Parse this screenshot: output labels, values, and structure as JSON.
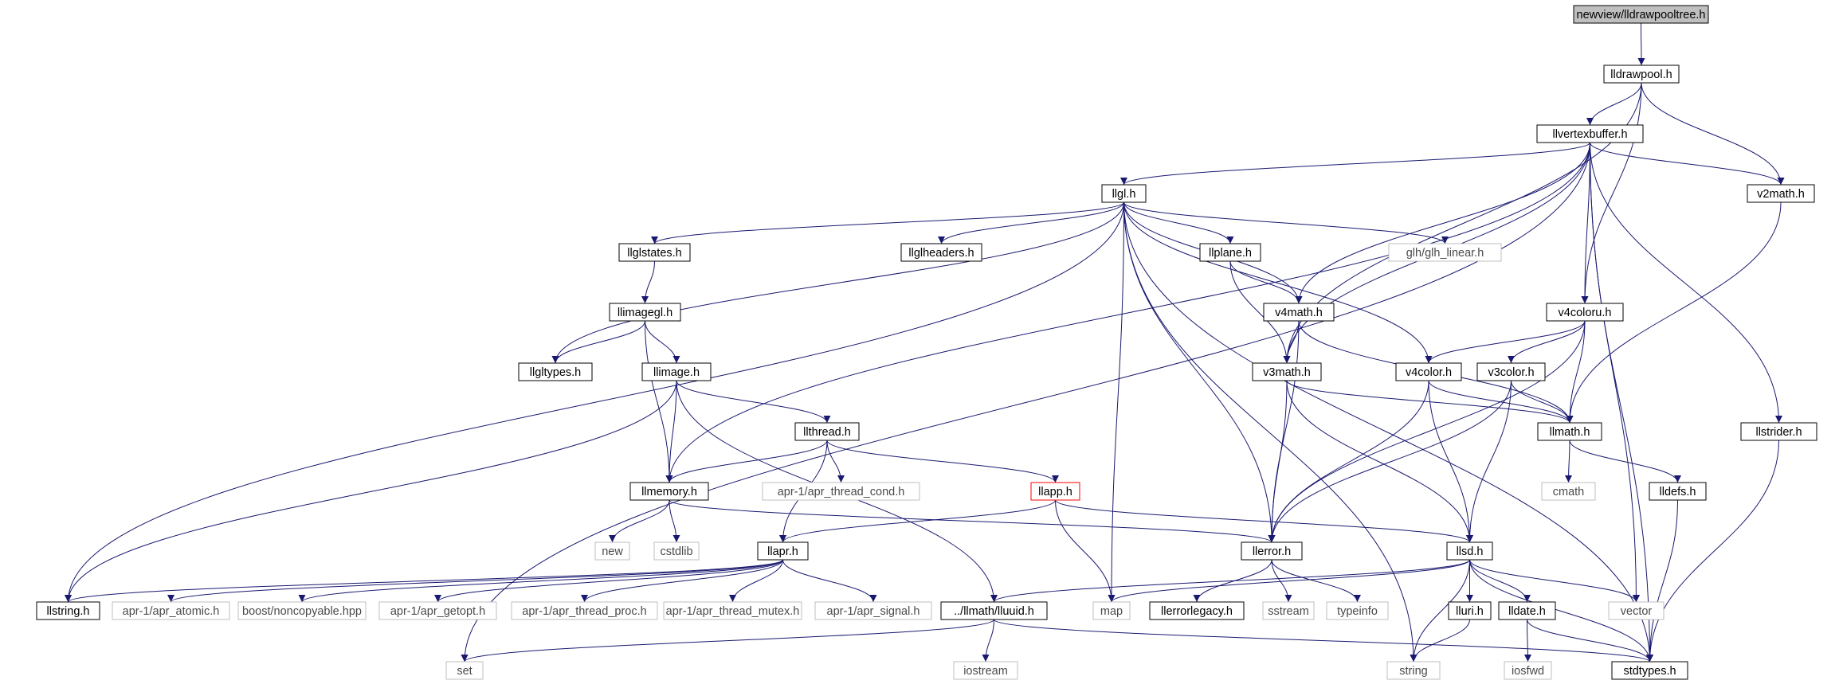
{
  "nodes": [
    {
      "id": "root",
      "label": "newview/lldrawpooltree.h",
      "style": "root"
    },
    {
      "id": "lldrawpool",
      "label": "lldrawpool.h",
      "style": "normal"
    },
    {
      "id": "llvertexbuffer",
      "label": "llvertexbuffer.h",
      "style": "normal"
    },
    {
      "id": "v2math",
      "label": "v2math.h",
      "style": "normal"
    },
    {
      "id": "llgl",
      "label": "llgl.h",
      "style": "normal"
    },
    {
      "id": "llglstates",
      "label": "llglstates.h",
      "style": "normal"
    },
    {
      "id": "llglheaders",
      "label": "llglheaders.h",
      "style": "normal"
    },
    {
      "id": "llplane",
      "label": "llplane.h",
      "style": "normal"
    },
    {
      "id": "glh_linear",
      "label": "glh/glh_linear.h",
      "style": "external"
    },
    {
      "id": "llimagegl",
      "label": "llimagegl.h",
      "style": "normal"
    },
    {
      "id": "v4math",
      "label": "v4math.h",
      "style": "normal"
    },
    {
      "id": "v4coloru",
      "label": "v4coloru.h",
      "style": "normal"
    },
    {
      "id": "llgltypes",
      "label": "llgltypes.h",
      "style": "normal"
    },
    {
      "id": "llimage",
      "label": "llimage.h",
      "style": "normal"
    },
    {
      "id": "v3math",
      "label": "v3math.h",
      "style": "normal"
    },
    {
      "id": "v4color",
      "label": "v4color.h",
      "style": "normal"
    },
    {
      "id": "v3color",
      "label": "v3color.h",
      "style": "normal"
    },
    {
      "id": "llthread",
      "label": "llthread.h",
      "style": "normal"
    },
    {
      "id": "llmath",
      "label": "llmath.h",
      "style": "normal"
    },
    {
      "id": "llstrider",
      "label": "llstrider.h",
      "style": "normal"
    },
    {
      "id": "llmemory",
      "label": "llmemory.h",
      "style": "normal"
    },
    {
      "id": "apr_thread_cond",
      "label": "apr-1/apr_thread_cond.h",
      "style": "external"
    },
    {
      "id": "llapp",
      "label": "llapp.h",
      "style": "highlight"
    },
    {
      "id": "cmath",
      "label": "cmath",
      "style": "external"
    },
    {
      "id": "lldefs",
      "label": "lldefs.h",
      "style": "normal"
    },
    {
      "id": "new",
      "label": "new",
      "style": "external"
    },
    {
      "id": "cstdlib",
      "label": "cstdlib",
      "style": "external"
    },
    {
      "id": "llapr",
      "label": "llapr.h",
      "style": "normal"
    },
    {
      "id": "llerror",
      "label": "llerror.h",
      "style": "normal"
    },
    {
      "id": "llsd",
      "label": "llsd.h",
      "style": "normal"
    },
    {
      "id": "llstring",
      "label": "llstring.h",
      "style": "normal"
    },
    {
      "id": "apr_atomic",
      "label": "apr-1/apr_atomic.h",
      "style": "external"
    },
    {
      "id": "noncopyable",
      "label": "boost/noncopyable.hpp",
      "style": "external"
    },
    {
      "id": "apr_getopt",
      "label": "apr-1/apr_getopt.h",
      "style": "external"
    },
    {
      "id": "apr_thread_proc",
      "label": "apr-1/apr_thread_proc.h",
      "style": "external"
    },
    {
      "id": "apr_thread_mutex",
      "label": "apr-1/apr_thread_mutex.h",
      "style": "external"
    },
    {
      "id": "apr_signal",
      "label": "apr-1/apr_signal.h",
      "style": "external"
    },
    {
      "id": "lluuid",
      "label": "../llmath/lluuid.h",
      "style": "normal"
    },
    {
      "id": "map",
      "label": "map",
      "style": "external"
    },
    {
      "id": "llerrorlegacy",
      "label": "llerrorlegacy.h",
      "style": "normal"
    },
    {
      "id": "sstream",
      "label": "sstream",
      "style": "external"
    },
    {
      "id": "typeinfo",
      "label": "typeinfo",
      "style": "external"
    },
    {
      "id": "lluri",
      "label": "lluri.h",
      "style": "normal"
    },
    {
      "id": "lldate",
      "label": "lldate.h",
      "style": "normal"
    },
    {
      "id": "vector",
      "label": "vector",
      "style": "external"
    },
    {
      "id": "set",
      "label": "set",
      "style": "external"
    },
    {
      "id": "iostream",
      "label": "iostream",
      "style": "external"
    },
    {
      "id": "string",
      "label": "string",
      "style": "external"
    },
    {
      "id": "iosfwd",
      "label": "iosfwd",
      "style": "external"
    },
    {
      "id": "stdtypes",
      "label": "stdtypes.h",
      "style": "normal"
    }
  ],
  "edges": [
    [
      "root",
      "lldrawpool"
    ],
    [
      "lldrawpool",
      "llvertexbuffer"
    ],
    [
      "lldrawpool",
      "v2math"
    ],
    [
      "lldrawpool",
      "v4coloru"
    ],
    [
      "lldrawpool",
      "v3math"
    ],
    [
      "llvertexbuffer",
      "llgl"
    ],
    [
      "llvertexbuffer",
      "v2math"
    ],
    [
      "llvertexbuffer",
      "v4coloru"
    ],
    [
      "llvertexbuffer",
      "v4math"
    ],
    [
      "llvertexbuffer",
      "v3math"
    ],
    [
      "llvertexbuffer",
      "llstrider"
    ],
    [
      "llvertexbuffer",
      "llmemory"
    ],
    [
      "llvertexbuffer",
      "vector"
    ],
    [
      "llvertexbuffer",
      "set"
    ],
    [
      "llvertexbuffer",
      "stdtypes"
    ],
    [
      "v2math",
      "llmath"
    ],
    [
      "llgl",
      "llglstates"
    ],
    [
      "llgl",
      "llglheaders"
    ],
    [
      "llgl",
      "llplane"
    ],
    [
      "llgl",
      "glh_linear"
    ],
    [
      "llgl",
      "v4math"
    ],
    [
      "llgl",
      "v4color"
    ],
    [
      "llgl",
      "llgltypes"
    ],
    [
      "llgl",
      "llstring"
    ],
    [
      "llgl",
      "map"
    ],
    [
      "llgl",
      "llerror"
    ],
    [
      "llgl",
      "string"
    ],
    [
      "llgl",
      "stdtypes"
    ],
    [
      "llglstates",
      "llimagegl"
    ],
    [
      "llimagegl",
      "llgltypes"
    ],
    [
      "llimagegl",
      "llimage"
    ],
    [
      "llimagegl",
      "llmemory"
    ],
    [
      "llplane",
      "v4math"
    ],
    [
      "llplane",
      "v3math"
    ],
    [
      "v4math",
      "v3math"
    ],
    [
      "v4math",
      "llmath"
    ],
    [
      "v4math",
      "llerror"
    ],
    [
      "v4coloru",
      "v4color"
    ],
    [
      "v4coloru",
      "v3color"
    ],
    [
      "v4coloru",
      "llmath"
    ],
    [
      "v4coloru",
      "llerror"
    ],
    [
      "llimage",
      "llthread"
    ],
    [
      "llimage",
      "llmemory"
    ],
    [
      "llimage",
      "llstring"
    ],
    [
      "llimage",
      "lluuid"
    ],
    [
      "v3math",
      "llmath"
    ],
    [
      "v3math",
      "llerror"
    ],
    [
      "v3math",
      "llsd"
    ],
    [
      "v4color",
      "llmath"
    ],
    [
      "v4color",
      "llerror"
    ],
    [
      "v4color",
      "llsd"
    ],
    [
      "v3color",
      "llmath"
    ],
    [
      "v3color",
      "llerror"
    ],
    [
      "v3color",
      "llsd"
    ],
    [
      "llthread",
      "llmemory"
    ],
    [
      "llthread",
      "apr_thread_cond"
    ],
    [
      "llthread",
      "llapp"
    ],
    [
      "llthread",
      "llapr"
    ],
    [
      "llmath",
      "cmath"
    ],
    [
      "llmath",
      "lldefs"
    ],
    [
      "llstrider",
      "stdtypes"
    ],
    [
      "llmemory",
      "new"
    ],
    [
      "llmemory",
      "cstdlib"
    ],
    [
      "llmemory",
      "llerror"
    ],
    [
      "llapp",
      "llapr"
    ],
    [
      "llapp",
      "map"
    ],
    [
      "llapp",
      "llsd"
    ],
    [
      "lldefs",
      "stdtypes"
    ],
    [
      "llapr",
      "llstring"
    ],
    [
      "llapr",
      "apr_atomic"
    ],
    [
      "llapr",
      "noncopyable"
    ],
    [
      "llapr",
      "apr_getopt"
    ],
    [
      "llapr",
      "apr_thread_proc"
    ],
    [
      "llapr",
      "apr_thread_mutex"
    ],
    [
      "llapr",
      "apr_signal"
    ],
    [
      "llerror",
      "llerrorlegacy"
    ],
    [
      "llerror",
      "sstream"
    ],
    [
      "llerror",
      "typeinfo"
    ],
    [
      "llsd",
      "map"
    ],
    [
      "llsd",
      "lluuid"
    ],
    [
      "llsd",
      "lluri"
    ],
    [
      "llsd",
      "lldate"
    ],
    [
      "llsd",
      "vector"
    ],
    [
      "llsd",
      "string"
    ],
    [
      "llsd",
      "stdtypes"
    ],
    [
      "lluuid",
      "iostream"
    ],
    [
      "lluuid",
      "set"
    ],
    [
      "lluuid",
      "stdtypes"
    ],
    [
      "lluri",
      "string"
    ],
    [
      "lldate",
      "iosfwd"
    ],
    [
      "lldate",
      "stdtypes"
    ]
  ],
  "colors": {
    "edge": "#191970",
    "node_border": "#000000",
    "external_border": "#bfbfbf",
    "external_text": "#4a4a4a",
    "root_fill": "#bfbfbf",
    "highlight_border": "#ff0000"
  }
}
